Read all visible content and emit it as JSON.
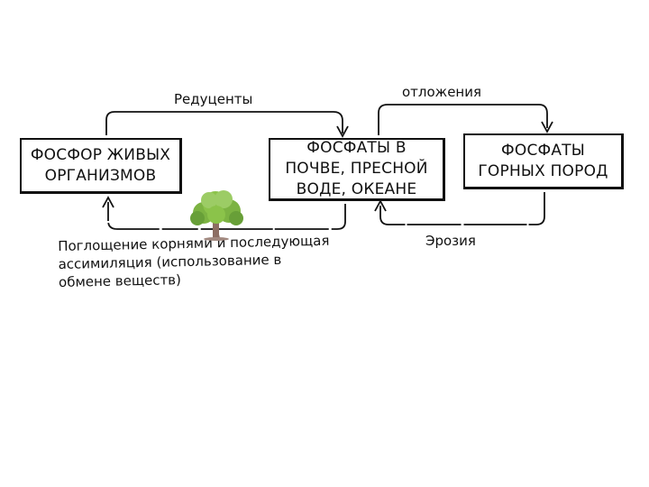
{
  "diagram": {
    "boxes": {
      "organisms": "ФОСФОР ЖИВЫХ\nОРГАНИЗМОВ",
      "soil_water": "ФОСФАТЫ В\nПОЧВЕ, ПРЕСНОЙ\nВОДЕ, ОКЕАНЕ",
      "rocks": "ФОСФАТЫ\nГОРНЫХ ПОРОД"
    },
    "labels": {
      "reducents": "Редуценты",
      "deposits": "отложения",
      "erosion": "Эрозия",
      "absorption": "Поглощение корнями и последующая\nассимиляция  (использование в\nобмене веществ)"
    },
    "icons": {
      "tree": "tree-icon"
    },
    "colors": {
      "line": "#111111",
      "foliage": "#7cb342",
      "trunk": "#8d6e63"
    }
  }
}
